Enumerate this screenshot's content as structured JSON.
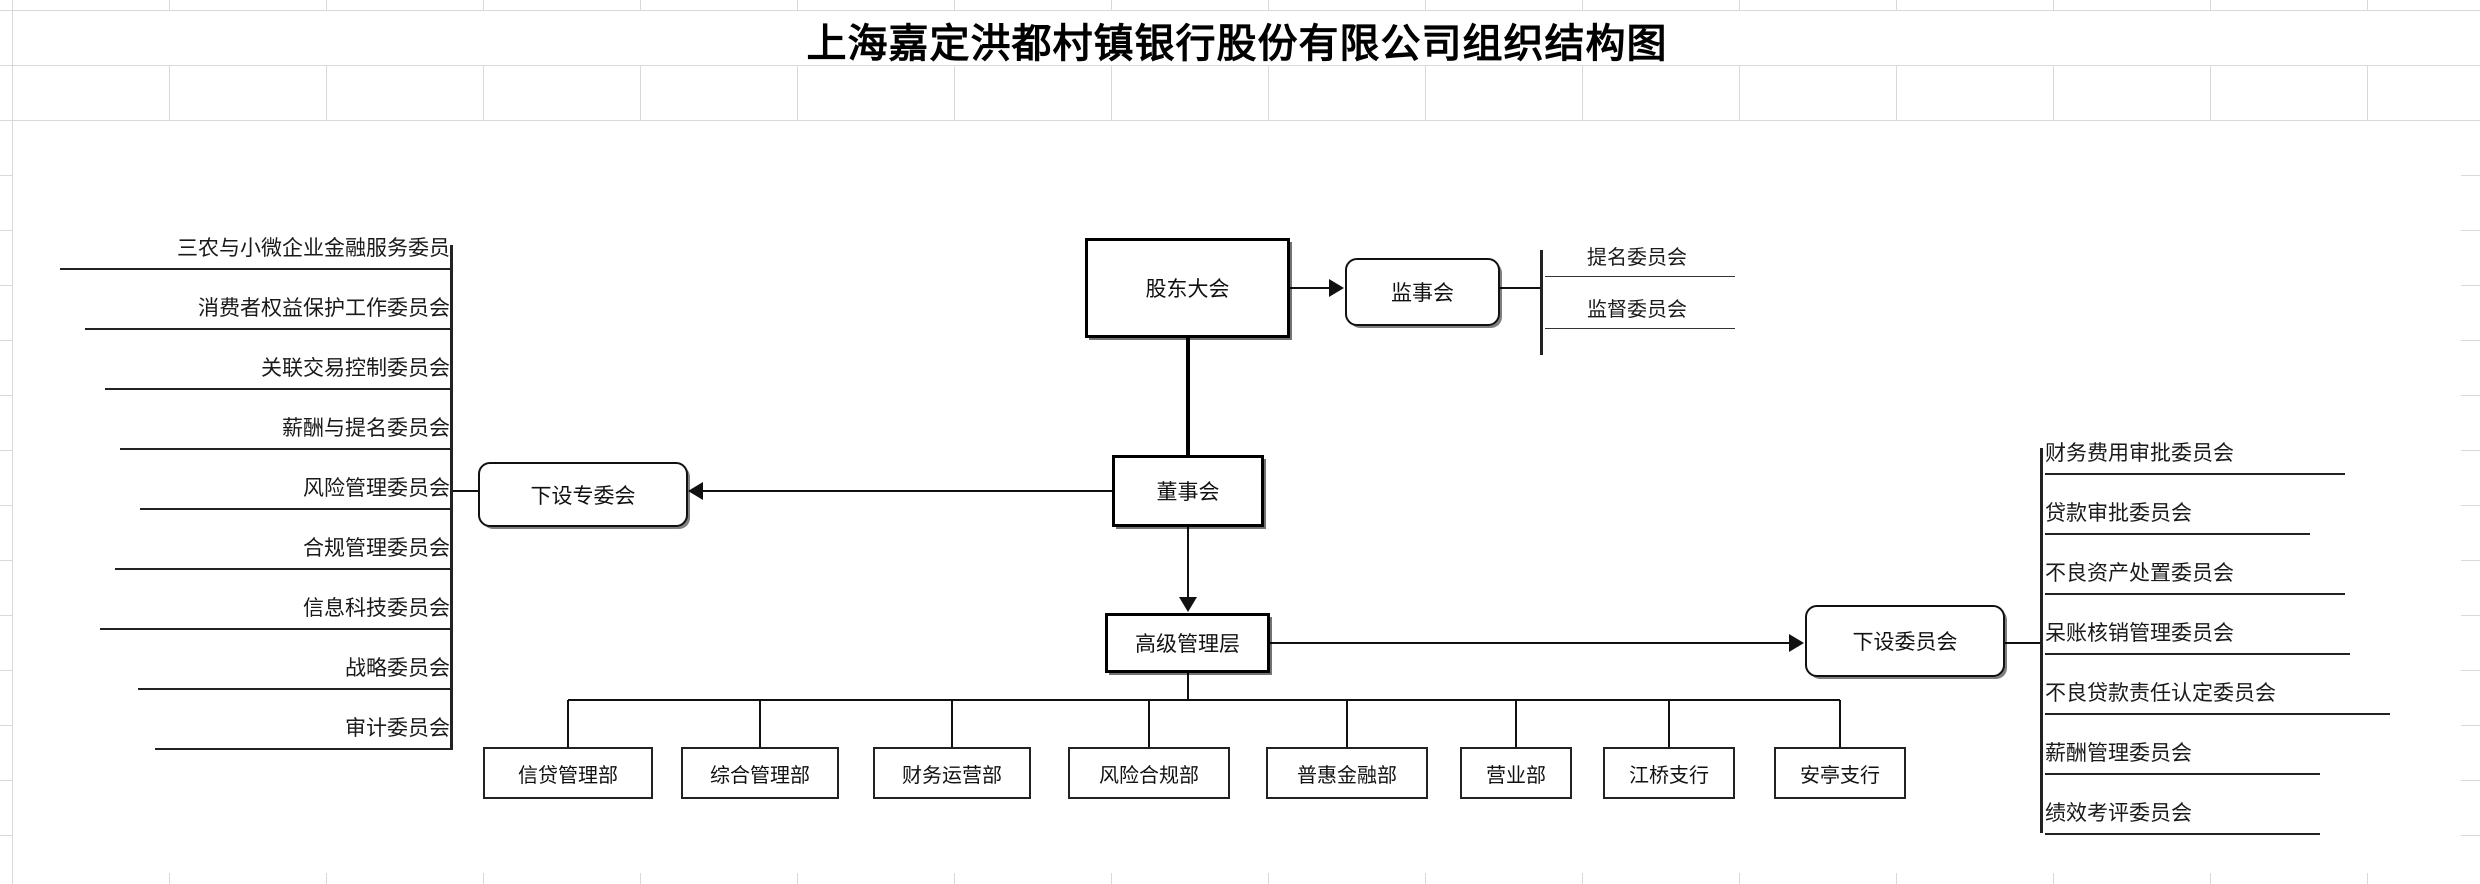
{
  "title": "上海嘉定洪都村镇银行股份有限公司组织结构图",
  "nodes": {
    "shareholders": "股东大会",
    "supervisors": "监事会",
    "board": "董事会",
    "board_committees": "下设专委会",
    "senior_management": "高级管理层",
    "management_committees": "下设委员会"
  },
  "supervisor_committees": [
    "提名委员会",
    "监督委员会"
  ],
  "board_committee_list": [
    "三农与小微企业金融服务委员",
    "消费者权益保护工作委员会",
    "关联交易控制委员会",
    "薪酬与提名委员会",
    "风险管理委员会",
    "合规管理委员会",
    "信息科技委员会",
    "战略委员会",
    "审计委员会"
  ],
  "management_committee_list": [
    "财务费用审批委员会",
    "贷款审批委员会",
    "不良资产处置委员会",
    "呆账核销管理委员会",
    "不良贷款责任认定委员会",
    "薪酬管理委员会",
    "绩效考评委员会"
  ],
  "departments": [
    "信贷管理部",
    "综合管理部",
    "财务运营部",
    "风险合规部",
    "普惠金融部",
    "营业部",
    "江桥支行",
    "安亭支行"
  ],
  "colors": {
    "line": "#111111",
    "grid": "#d9d9d9",
    "text": "#111111",
    "background": "#ffffff"
  }
}
